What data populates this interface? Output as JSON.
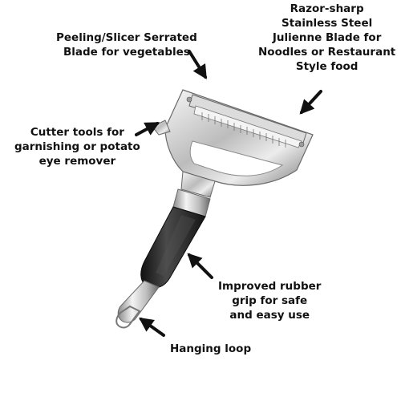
{
  "labels": {
    "serrated_blade": [
      "Peeling/Slicer Serrated",
      "Blade for vegetables"
    ],
    "julienne_blade": [
      "Razor-sharp",
      "Stainless Steel",
      "Julienne Blade for",
      "Noodles or Restaurant",
      "Style food"
    ],
    "cutter_tools": [
      "Cutter tools for",
      "garnishing or potato",
      "eye remover"
    ],
    "rubber_grip": [
      "Improved rubber",
      "grip for safe",
      "and easy use"
    ],
    "hanging_loop": [
      "Hanging loop"
    ]
  },
  "colors": {
    "text": "#111111",
    "arrow": "#111111",
    "steel_light": "#f2f2f2",
    "steel_mid": "#b8b8b8",
    "steel_dark": "#6f6f6f",
    "rubber": "#2b2b2b"
  },
  "icons": {
    "arrow": "arrow-icon"
  }
}
